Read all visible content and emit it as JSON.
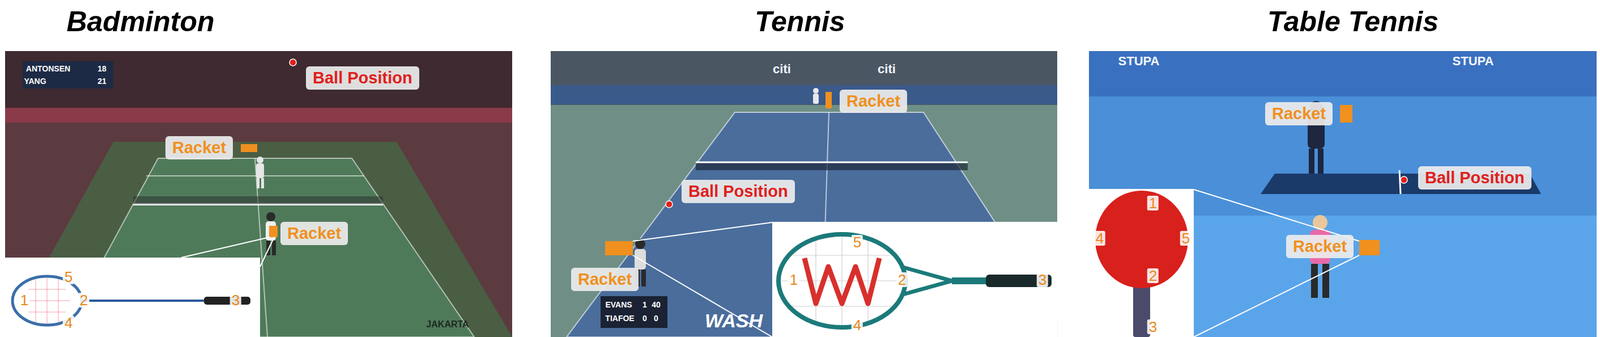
{
  "diagram": {
    "nodes": [
      {
        "text": [
          "Ball Position"
        ]
      },
      {
        "text": [
          "Racket"
        ]
      },
      {
        "text": [
          "Racket"
        ]
      },
      {
        "text": [
          "Racket"
        ]
      },
      {
        "text": [
          "Ball Position"
        ]
      },
      {
        "text": [
          "Racket"
        ]
      },
      {
        "text": [
          "Racket"
        ]
      },
      {
        "text": [
          "Ball Position"
        ]
      },
      {
        "text": [
          "Racket"
        ]
      }
    ],
    "labels": [
      "Badminton",
      "Tennis",
      "Table Tennis",
      "ANTONSEN",
      "18",
      "YANG",
      "21",
      "5",
      "1",
      "2",
      "4",
      "3",
      "EVANS",
      "1",
      "40",
      "TIAFOE",
      "0",
      "0",
      "WASH",
      "5",
      "1",
      "2",
      "3",
      "4",
      "1",
      "4",
      "5",
      "2",
      "3",
      "STUPA",
      "STUPA",
      "citi",
      "citi",
      "JAKARTA"
    ]
  }
}
